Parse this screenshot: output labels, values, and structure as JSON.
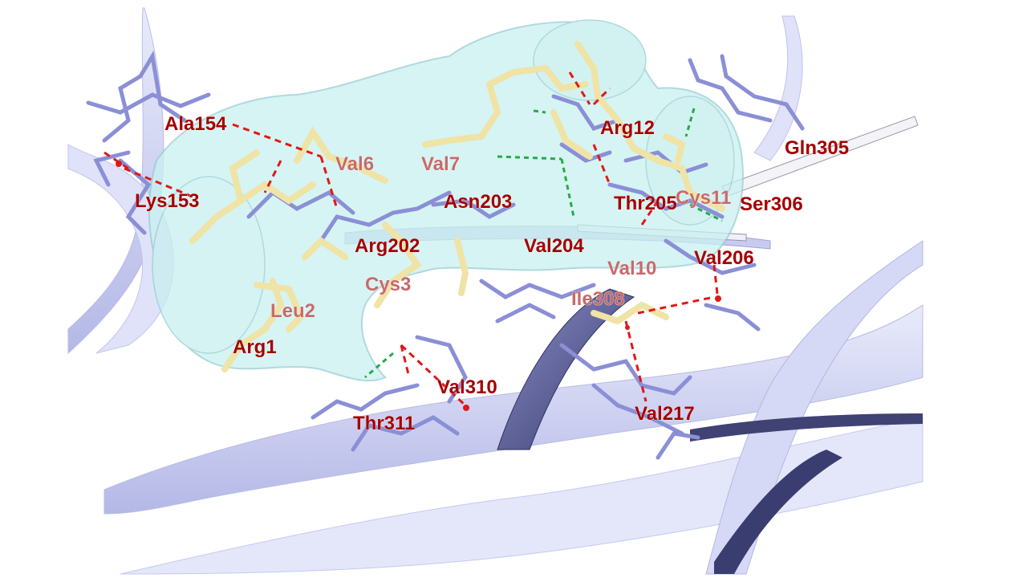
{
  "labels": {
    "ala154": "Ala154",
    "lys153": "Lys153",
    "val6": "Val6",
    "val7": "Val7",
    "arg12": "Arg12",
    "gln305": "Gln305",
    "asn203": "Asn203",
    "thr205": "Thr205",
    "cys11": "Cys11",
    "ser306": "Ser306",
    "arg202": "Arg202",
    "val204": "Val204",
    "val10": "Val10",
    "val206": "Val206",
    "cys3": "Cys3",
    "ile308": "Ile308",
    "leu2": "Leu2",
    "arg1": "Arg1",
    "val310": "Val310",
    "thr311": "Thr311",
    "val217": "Val217"
  },
  "colors": {
    "ligand_stick": "#efe3a6",
    "receptor_stick": "#8a8fd6",
    "ribbon_light": "#d8dbf5",
    "ribbon_dark": "#4a4d86",
    "surface_fill": "#c9f1f0",
    "surface_edge": "#9fd3d8",
    "label": "#a40000",
    "hbond_green": "#2aa84a",
    "contact_red": "#e01818"
  }
}
